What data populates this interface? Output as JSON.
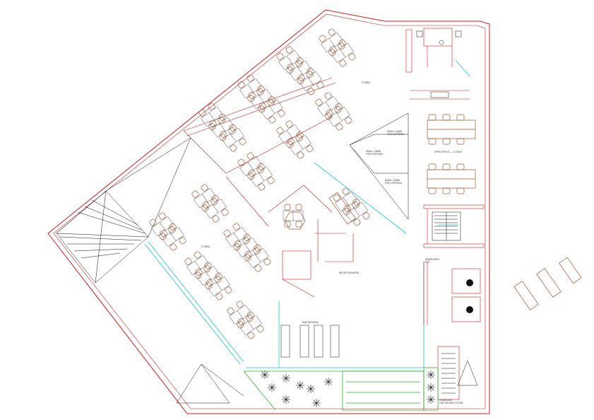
{
  "plan": {
    "labels": {
      "it_area_top": "IT AREA",
      "it_area_left": "IT AREA",
      "small_cabin_1": "SMALL CABIN\nFOR 4 PERSON",
      "small_cabin_2": "SMALL CABIN\nFOR 4 PERSON",
      "small_cabin_3": "SMALL CABIN\nFOR 4 PERSON",
      "open_office": "OPEN OFFICE — 12 SEAT",
      "reception": "RECEPTION AREA",
      "emergency": "EMERGENCY\nEXIT",
      "waiting": "WAITING AREA",
      "stair_note": "STAIRCASE\nFOR GROUND FLOOR"
    },
    "colors": {
      "walls": "#d01c1c",
      "glass": "#19c4d8",
      "garden": "#2bb02b",
      "furniture": "#a0522d",
      "lines": "#111111"
    }
  }
}
